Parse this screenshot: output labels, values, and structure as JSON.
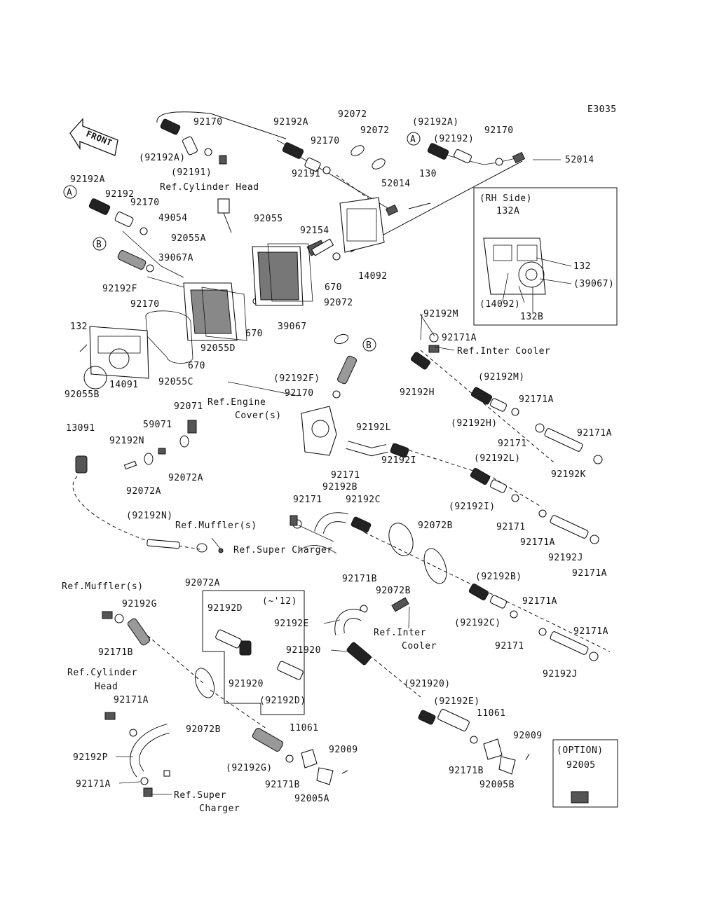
{
  "diagram_code": "E3035",
  "front_label": "FRONT",
  "callouts": {
    "A": "A",
    "B": "B"
  },
  "boxes": {
    "rh_side": {
      "title": "(RH Side)"
    },
    "year_box": {
      "title": "(~'12)"
    },
    "option_box": {
      "title": "(OPTION)"
    }
  },
  "labels": [
    "E3035",
    "(92192A)",
    "92170",
    "(92191)",
    "92192A",
    "92191",
    "Ref.Cylinder Head",
    "92072",
    "92170",
    "92072",
    "(92192A)",
    "(92192)",
    "92170",
    "52014",
    "52014",
    "130",
    "92192A",
    "92192",
    "92170",
    "49054",
    "92055A",
    "92055",
    "92154",
    "39067A",
    "92192F",
    "92170",
    "670",
    "14092",
    "92072",
    "(RH Side)",
    "132A",
    "132",
    "(39067)",
    "(14092)",
    "132B",
    "132",
    "670",
    "39067",
    "92055D",
    "670",
    "92192M",
    "92171A",
    "Ref.Inter Cooler",
    "92055C",
    "14091",
    "92055B",
    "(92192F)",
    "92170",
    "92192H",
    "Ref.Engine",
    "Cover(s)",
    "(92192M)",
    "92171A",
    "92071",
    "59071",
    "13091",
    "92192N",
    "92072A",
    "92072A",
    "92192L",
    "(92192H)",
    "92171",
    "92171A",
    "92192K",
    "92171",
    "92192B",
    "92192I",
    "(92192L)",
    "(92192I)",
    "92171",
    "92192C",
    "92072B",
    "92171",
    "(92192N)",
    "Ref.Muffler(s)",
    "Ref.Super Charger",
    "92171A",
    "92192J",
    "92171A",
    "92072A",
    "92171B",
    "92072B",
    "(92192B)",
    "Ref.Muffler(s)",
    "92192G",
    "92192D",
    "(~'12)",
    "92192E",
    "Ref.Inter",
    "Cooler",
    "92171A",
    "(92192C)",
    "92171",
    "92171B",
    "921920",
    "92171A",
    "Ref.Cylinder",
    "Head",
    "921920",
    "(92192D)",
    "92192J",
    "(921920)",
    "92171A",
    "(92192E)",
    "11061",
    "92009",
    "92072B",
    "11061",
    "92009",
    "(OPTION)",
    "92005",
    "92192P",
    "(92192G)",
    "92171B",
    "92171B",
    "92005B",
    "92171A",
    "Ref.Super",
    "Charger",
    "92005A"
  ]
}
